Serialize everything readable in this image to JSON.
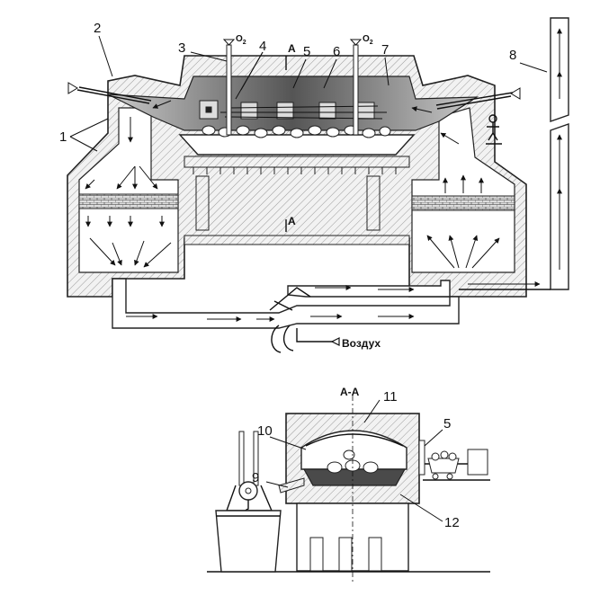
{
  "labels": {
    "n1": "1",
    "n2": "2",
    "n3": "3",
    "n4": "4",
    "n5": "5",
    "n6": "6",
    "n7": "7",
    "n8": "8",
    "n9": "9",
    "n10": "10",
    "n11": "11",
    "n12": "12",
    "n5b": "5"
  },
  "section_marker": "A",
  "section_title": "A-A",
  "oxygen": {
    "symbol": "O",
    "subscript": "2"
  },
  "air_label": "Воздух",
  "colors": {
    "ink": "#111111",
    "flame": "#555555",
    "gas": "#bdbdbd",
    "metal": "#4a4a4a"
  }
}
